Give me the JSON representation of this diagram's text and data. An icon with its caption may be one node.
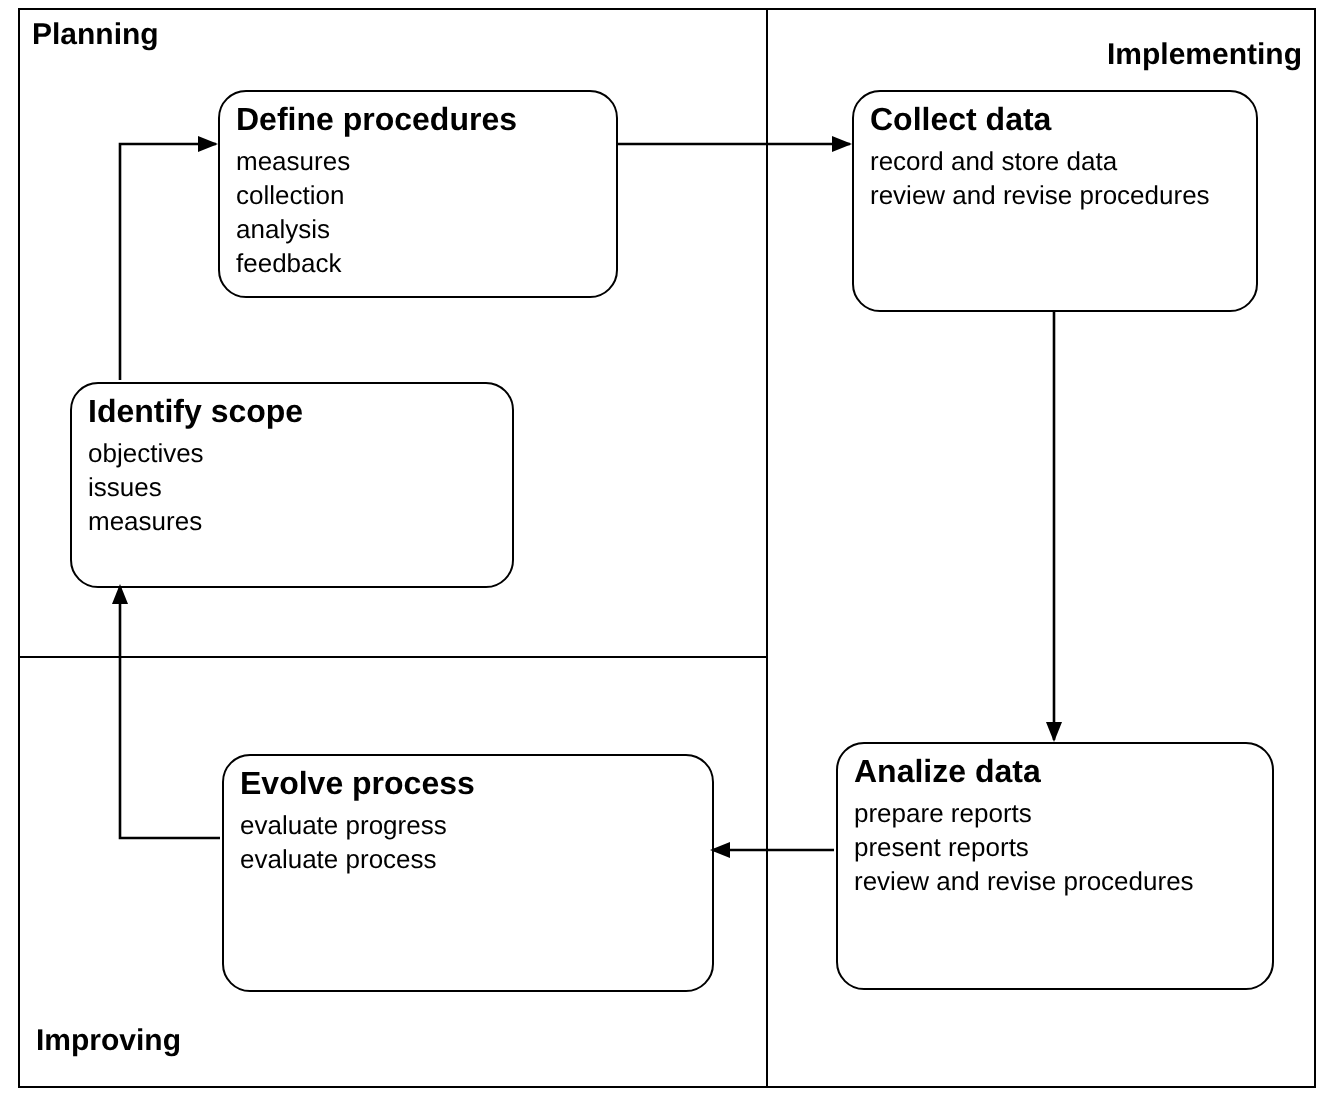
{
  "diagram": {
    "nodes": [
      {
        "text": [
          "Planning"
        ]
      },
      {
        "text": [
          "Define procedures",
          "measures",
          "collection",
          "analysis",
          "feedback"
        ],
        "in": 0
      },
      {
        "text": [
          "Identify scope",
          "objectives",
          "issues",
          "measures"
        ],
        "in": 0
      },
      {
        "text": [
          "Implementing"
        ]
      },
      {
        "text": [
          "Collect data",
          "record and store data",
          "review and revise procedures"
        ],
        "in": 3
      },
      {
        "text": [
          "Analize data",
          "prepare reports",
          "present reports",
          "review and revise procedures"
        ],
        "in": 3
      },
      {
        "text": [
          "Improving"
        ]
      },
      {
        "text": [
          "Evolve process",
          "evaluate progress",
          "evaluate process"
        ],
        "in": 6
      }
    ],
    "edges": [
      {
        "from": 1,
        "to": 4,
        "arrow": "to"
      },
      {
        "from": 4,
        "to": 5,
        "arrow": "to"
      },
      {
        "from": 5,
        "to": 7,
        "arrow": "to"
      },
      {
        "from": 7,
        "to": 2,
        "arrow": "to"
      },
      {
        "from": 2,
        "to": 1,
        "arrow": "to"
      }
    ]
  }
}
